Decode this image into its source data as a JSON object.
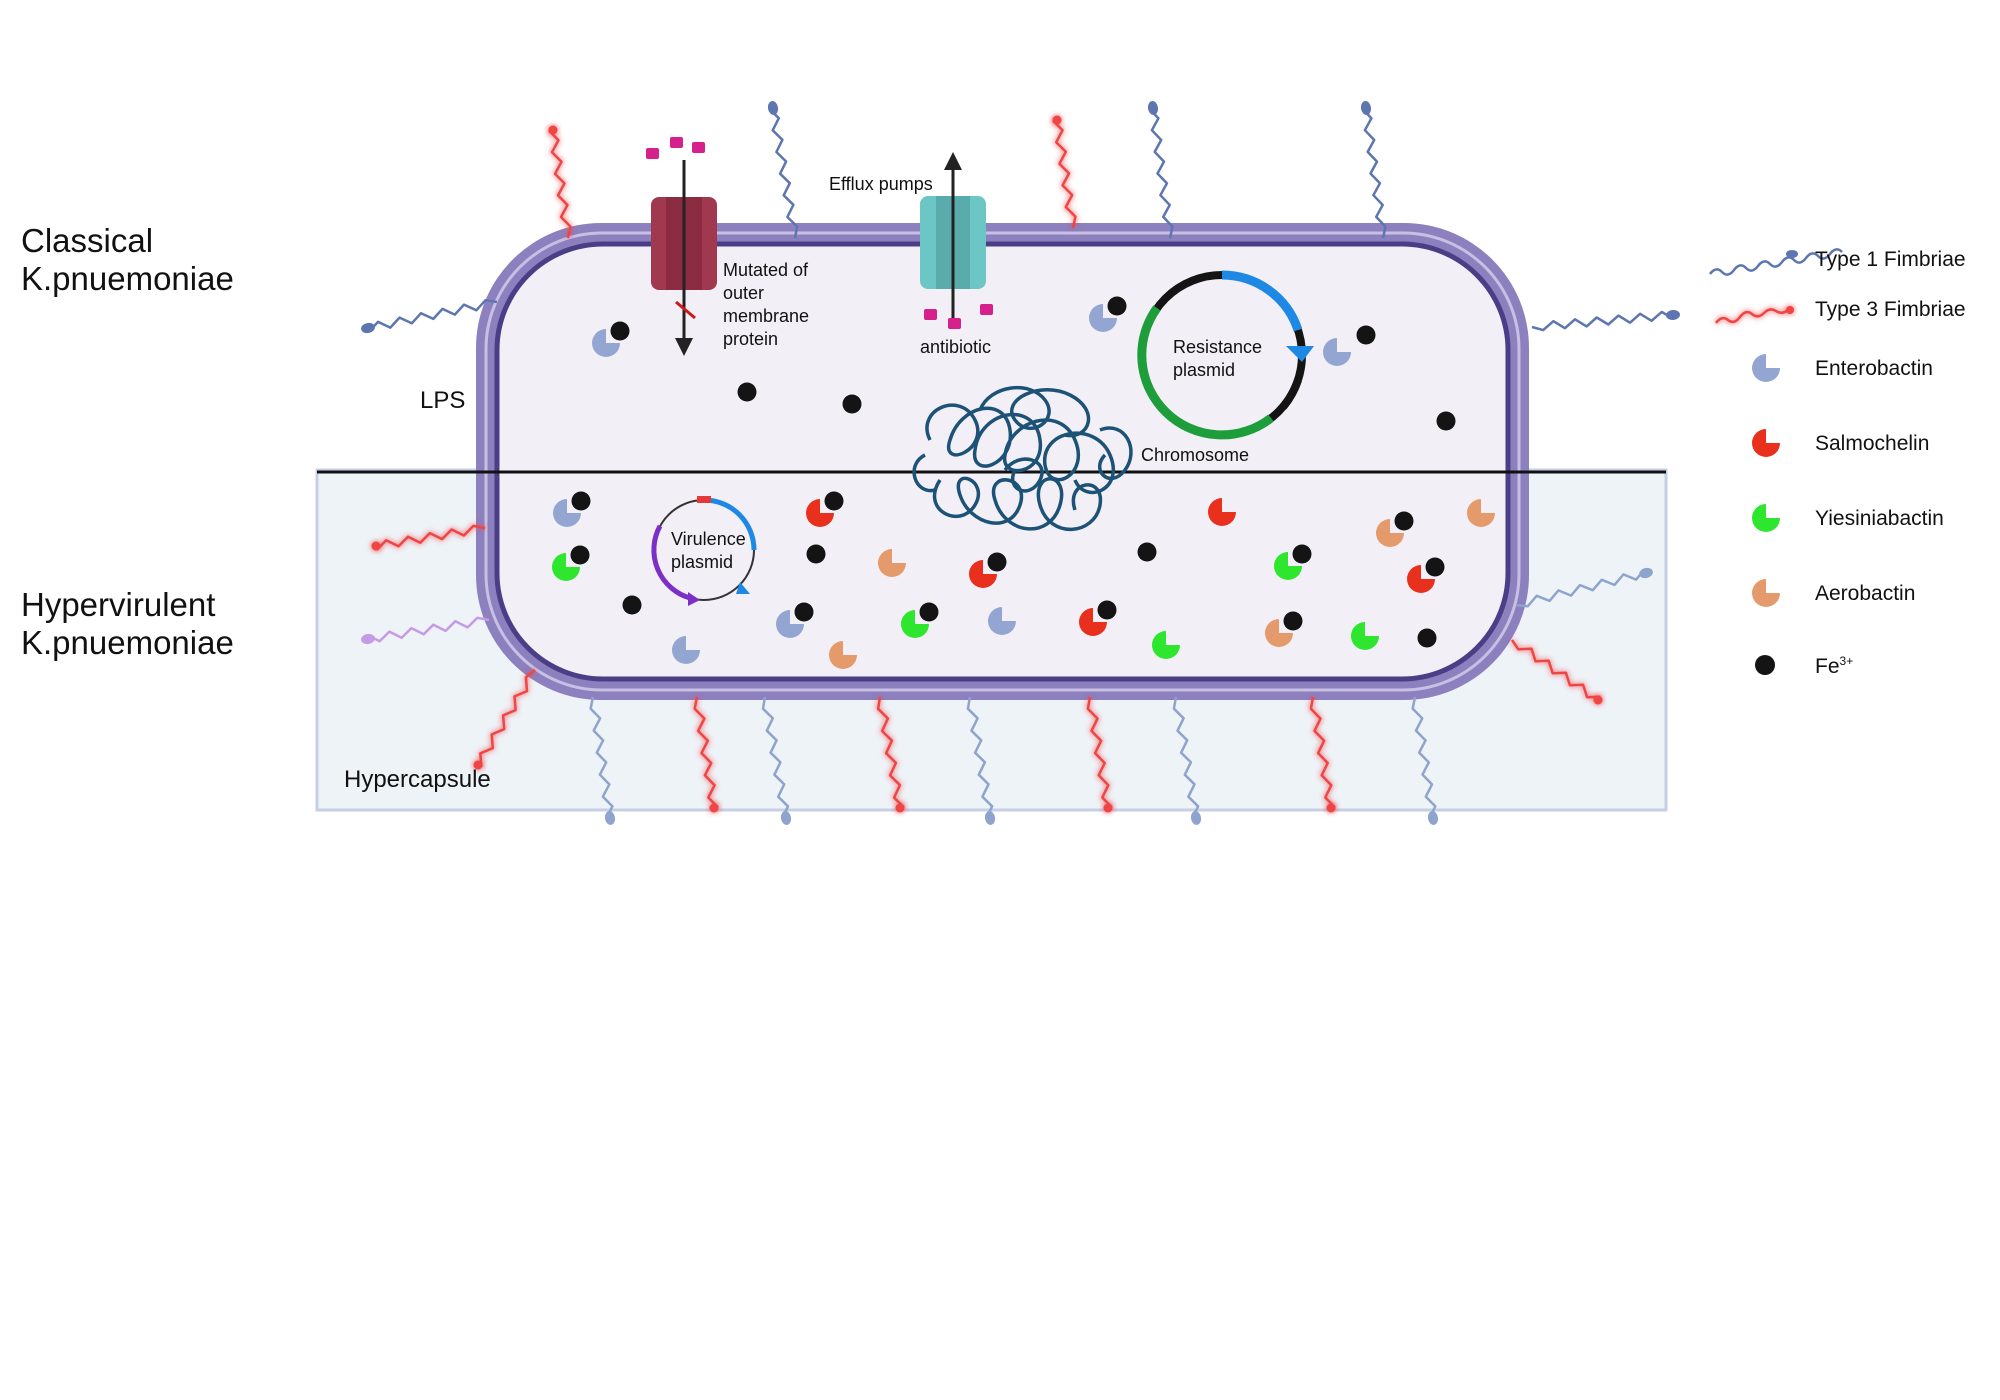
{
  "labels": {
    "classical": [
      "Classical",
      "K.pnuemoniae"
    ],
    "hypervirulent": [
      "Hypervirulent",
      "K.pnuemoniae"
    ],
    "lps": "LPS",
    "hypercapsule": "Hypercapsule",
    "efflux_pumps": "Efflux pumps",
    "antibiotic": "antibiotic",
    "mutated_protein": [
      "Mutated of",
      "outer",
      "membrane",
      "protein"
    ],
    "resistance_plasmid": [
      "Resistance",
      "plasmid"
    ],
    "virulence_plasmid": [
      "Virulence",
      "plasmid"
    ],
    "chromosome": "Chromosome"
  },
  "legend": [
    {
      "label": "Type 1 Fimbriae",
      "icon": "type1-fimbria-icon",
      "color": "#5d76b0"
    },
    {
      "label": "Type 3 Fimbriae",
      "icon": "type3-fimbria-icon",
      "color": "#ef4444"
    },
    {
      "label": "Enterobactin",
      "icon": "enterobactin-icon",
      "color": "#93a6d2"
    },
    {
      "label": "Salmochelin",
      "icon": "salmochelin-icon",
      "color": "#e8301c"
    },
    {
      "label": "Yiesiniabactin",
      "icon": "yiesiniabactin-icon",
      "color": "#2ee62e"
    },
    {
      "label": "Aerobactin",
      "icon": "aerobactin-icon",
      "color": "#e59a6c"
    },
    {
      "label": "Fe",
      "superscript": "3+",
      "icon": "iron-icon",
      "color": "#141414"
    }
  ],
  "colors": {
    "cell_wall": "#8c80bf",
    "cytoplasm": "#f2eff7",
    "capsule_fill": "#eef3f8",
    "capsule_border": "#c5cfe6",
    "efflux_pump": "#6cc6c6",
    "mutated_protein": "#a0394f",
    "antibiotic": "#d6208c",
    "chromosome": "#1d5277"
  }
}
